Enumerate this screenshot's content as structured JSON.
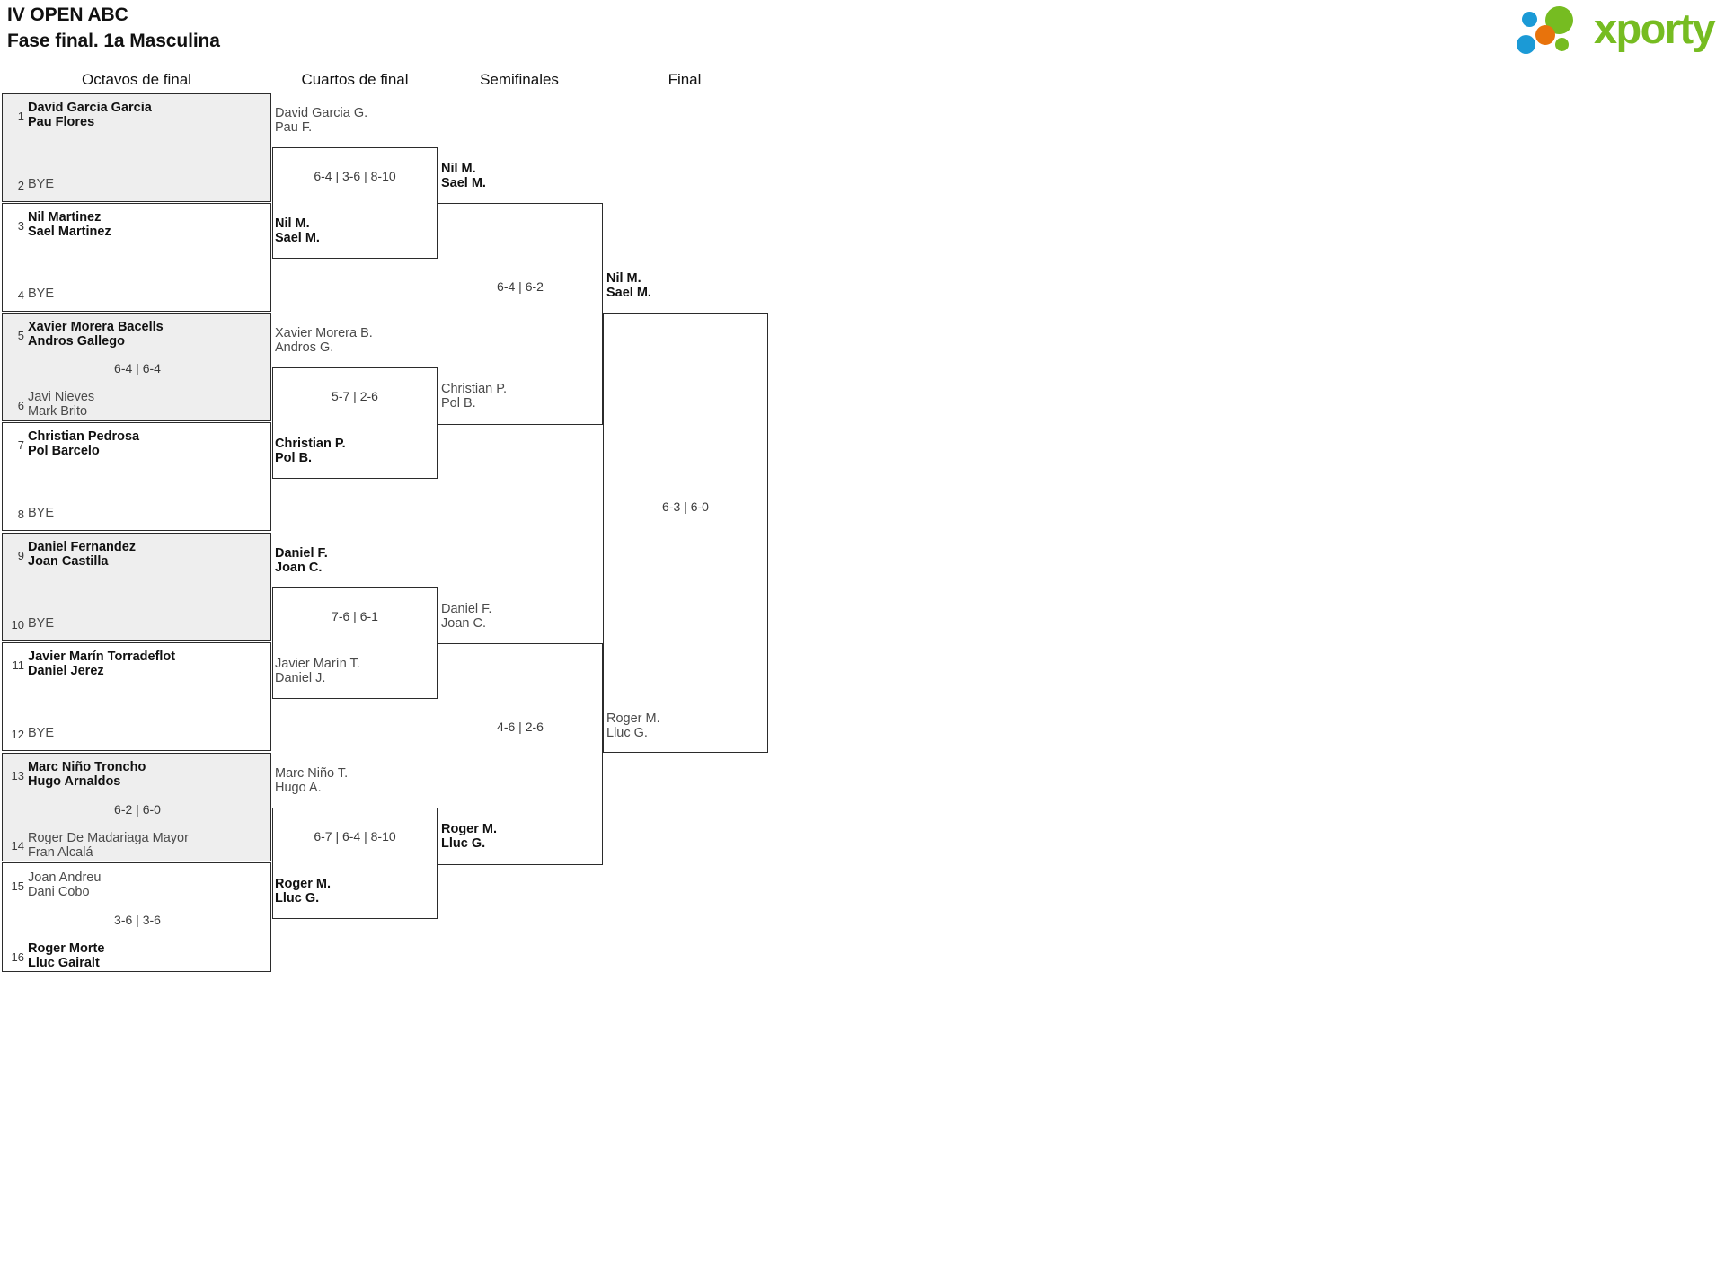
{
  "header": {
    "title_line1": "IV OPEN ABC",
    "title_line2": "Fase final. 1a Masculina"
  },
  "logo": {
    "word": "xporty",
    "colors": {
      "green": "#76bc21",
      "blue": "#1b9ad6",
      "orange": "#e8730c"
    }
  },
  "rounds": [
    {
      "label": "Octavos de final"
    },
    {
      "label": "Cuartos de final"
    },
    {
      "label": "Semifinales"
    },
    {
      "label": "Final"
    }
  ],
  "round1": [
    {
      "seed_top": "1",
      "top_l1": "David Garcia Garcia",
      "top_l2": "Pau Flores",
      "top_state": "winner",
      "seed_bot": "2",
      "bot_l1": "BYE",
      "bot_l2": "",
      "bot_state": "bye",
      "score": ""
    },
    {
      "seed_top": "3",
      "top_l1": "Nil Martinez",
      "top_l2": "Sael Martinez",
      "top_state": "winner",
      "seed_bot": "4",
      "bot_l1": "BYE",
      "bot_l2": "",
      "bot_state": "bye",
      "score": ""
    },
    {
      "seed_top": "5",
      "top_l1": "Xavier Morera Bacells",
      "top_l2": "Andros Gallego",
      "top_state": "winner",
      "seed_bot": "6",
      "bot_l1": "Javi Nieves",
      "bot_l2": "Mark Brito",
      "bot_state": "loser",
      "score": "6-4 | 6-4"
    },
    {
      "seed_top": "7",
      "top_l1": "Christian Pedrosa",
      "top_l2": "Pol Barcelo",
      "top_state": "winner",
      "seed_bot": "8",
      "bot_l1": "BYE",
      "bot_l2": "",
      "bot_state": "bye",
      "score": ""
    },
    {
      "seed_top": "9",
      "top_l1": "Daniel Fernandez",
      "top_l2": "Joan Castilla",
      "top_state": "winner",
      "seed_bot": "10",
      "bot_l1": "BYE",
      "bot_l2": "",
      "bot_state": "bye",
      "score": ""
    },
    {
      "seed_top": "11",
      "top_l1": "Javier Marín Torradeflot",
      "top_l2": "Daniel Jerez",
      "top_state": "winner",
      "seed_bot": "12",
      "bot_l1": "BYE",
      "bot_l2": "",
      "bot_state": "bye",
      "score": ""
    },
    {
      "seed_top": "13",
      "top_l1": "Marc Niño Troncho",
      "top_l2": "Hugo Arnaldos",
      "top_state": "winner",
      "seed_bot": "14",
      "bot_l1": "Roger De Madariaga Mayor",
      "bot_l2": "Fran Alcalá",
      "bot_state": "loser",
      "score": "6-2 | 6-0"
    },
    {
      "seed_top": "15",
      "top_l1": "Joan Andreu",
      "top_l2": "Dani Cobo",
      "top_state": "loser",
      "seed_bot": "16",
      "bot_l1": "Roger Morte",
      "bot_l2": "Lluc Gairalt",
      "bot_state": "winner",
      "score": "3-6 | 3-6"
    }
  ],
  "round2": [
    {
      "top_l1": "David Garcia G.",
      "top_l2": "Pau F.",
      "top_state": "loser",
      "bot_l1": "Nil M.",
      "bot_l2": "Sael M.",
      "bot_state": "winner",
      "score": "6-4 | 3-6 | 8-10"
    },
    {
      "top_l1": "Xavier Morera B.",
      "top_l2": "Andros G.",
      "top_state": "loser",
      "bot_l1": "Christian P.",
      "bot_l2": "Pol B.",
      "bot_state": "winner",
      "score": "5-7 | 2-6"
    },
    {
      "top_l1": "Daniel F.",
      "top_l2": "Joan C.",
      "top_state": "winner",
      "bot_l1": "Javier Marín T.",
      "bot_l2": "Daniel J.",
      "bot_state": "loser",
      "score": "7-6 | 6-1"
    },
    {
      "top_l1": "Marc Niño T.",
      "top_l2": "Hugo A.",
      "top_state": "loser",
      "bot_l1": "Roger M.",
      "bot_l2": "Lluc G.",
      "bot_state": "winner",
      "score": "6-7 | 6-4 | 8-10"
    }
  ],
  "round3": [
    {
      "top_l1": "Nil M.",
      "top_l2": "Sael M.",
      "top_state": "winner",
      "bot_l1": "Christian P.",
      "bot_l2": "Pol B.",
      "bot_state": "loser",
      "score": "6-4 | 6-2"
    },
    {
      "top_l1": "Daniel F.",
      "top_l2": "Joan C.",
      "top_state": "loser",
      "bot_l1": "Roger M.",
      "bot_l2": "Lluc G.",
      "bot_state": "winner",
      "score": "4-6 | 2-6"
    }
  ],
  "round4": [
    {
      "top_l1": "Nil M.",
      "top_l2": "Sael M.",
      "top_state": "winner",
      "bot_l1": "Roger M.",
      "bot_l2": "Lluc G.",
      "bot_state": "loser",
      "score": "6-3 | 6-0"
    }
  ]
}
